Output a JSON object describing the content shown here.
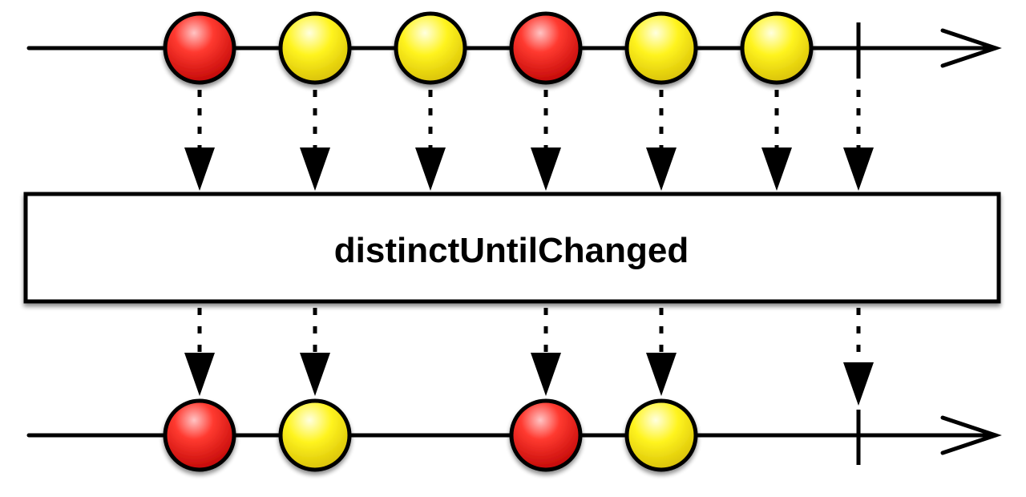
{
  "operator": {
    "name": "distinctUntilChanged"
  },
  "colors": {
    "red": "#e8201a",
    "yellow": "#ffef1a",
    "stroke": "#000000",
    "box_fill": "#ffffff"
  },
  "input_stream": {
    "items": [
      "red",
      "yellow",
      "yellow",
      "red",
      "yellow",
      "yellow"
    ],
    "completes": true
  },
  "output_stream": {
    "emitted_input_indices": [
      0,
      1,
      3,
      4
    ],
    "items": [
      "red",
      "yellow",
      "red",
      "yellow"
    ],
    "completes": true
  }
}
